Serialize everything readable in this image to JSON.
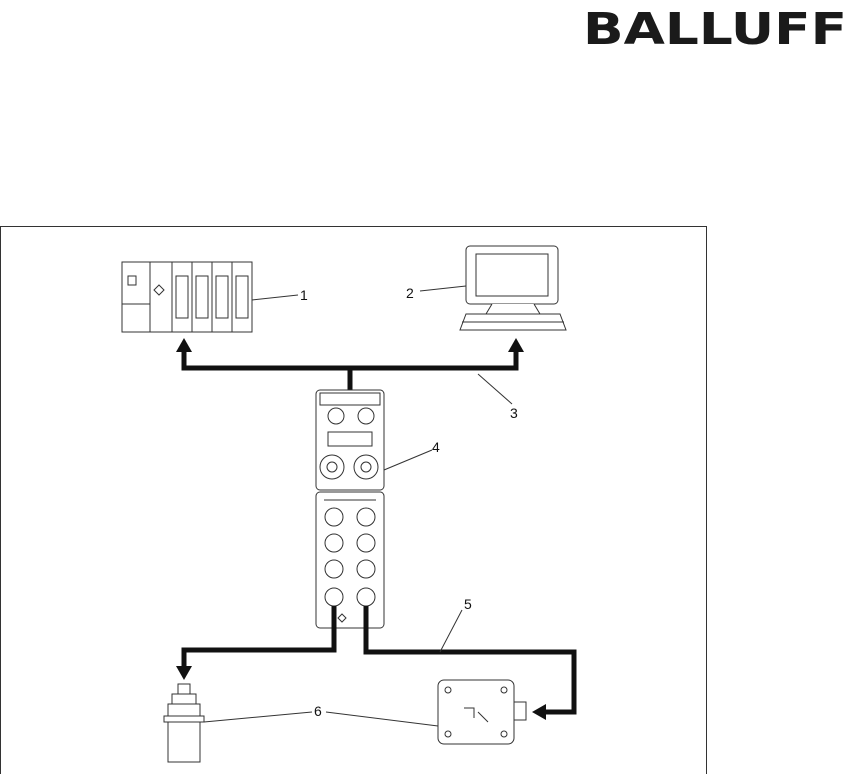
{
  "brand": {
    "logo_text": "BALLUFF"
  },
  "callouts": [
    {
      "id": "1",
      "text": "1"
    },
    {
      "id": "2",
      "text": "2"
    },
    {
      "id": "3",
      "text": "3"
    },
    {
      "id": "4",
      "text": "4"
    },
    {
      "id": "5",
      "text": "5"
    },
    {
      "id": "6",
      "text": "6"
    }
  ],
  "colors": {
    "line": "#111111",
    "device_fill": "#ffffff",
    "device_stroke": "#333333"
  }
}
